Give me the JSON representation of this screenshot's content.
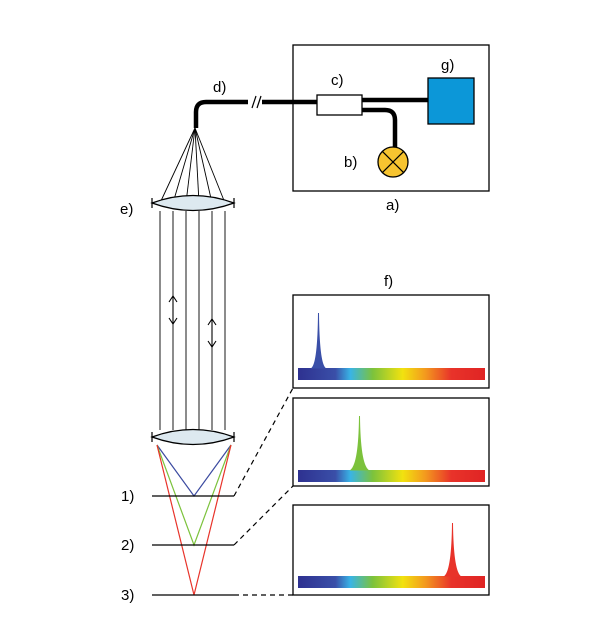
{
  "labels": {
    "a": "a)",
    "b": "b)",
    "c": "c)",
    "d": "d)",
    "e": "e)",
    "f": "f)",
    "g": "g)",
    "p1": "1)",
    "p2": "2)",
    "p3": "3)"
  },
  "colors": {
    "lens": "#dde9f0",
    "lamp": "#f7c430",
    "detector": "#0c97d8",
    "ray1": "#3b4aa0",
    "ray2": "#7cc23c",
    "ray3": "#e8332a",
    "spectrum": [
      "#2e3190",
      "#3a4fa8",
      "#39b4e6",
      "#7cc23c",
      "#f2e20f",
      "#f39a1e",
      "#e8332a",
      "#e02424"
    ]
  },
  "icons": {
    "lamp": "cross-circle-lamp-icon",
    "arrows": "double-arrow-icon"
  }
}
